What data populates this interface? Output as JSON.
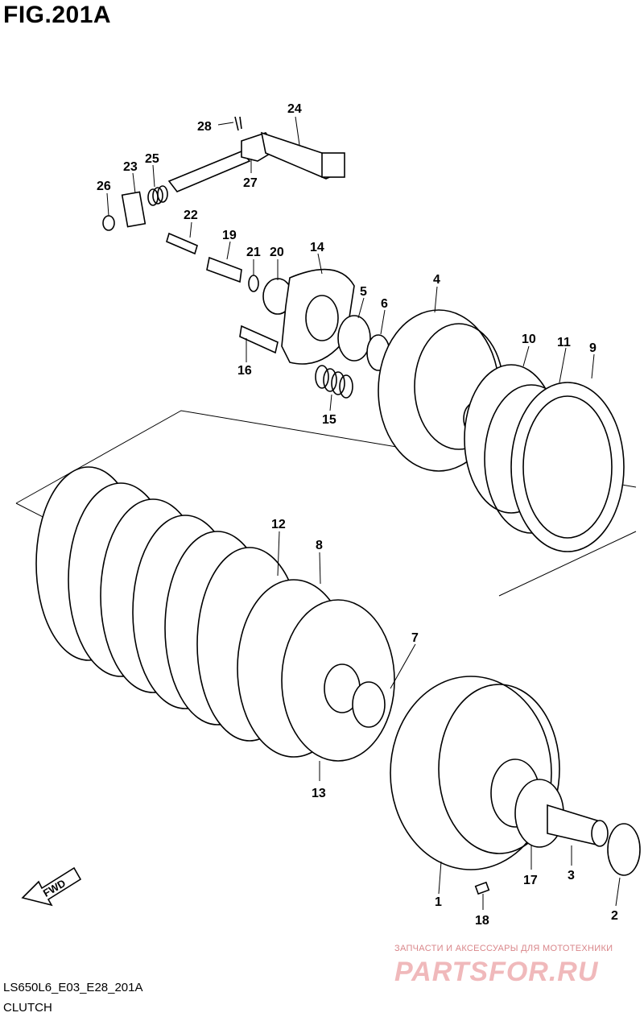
{
  "figure_title": "FIG.201A",
  "footer": {
    "code": "LS650L6_E03_E28_201A",
    "name": "CLUTCH"
  },
  "fwd_label": "FWD",
  "watermark": {
    "tagline": "ЗАПЧАСТИ И АКСЕССУАРЫ ДЛЯ МОТОТЕХНИКИ",
    "logo": "PARTSFOR.RU"
  },
  "callouts": [
    "28",
    "24",
    "23",
    "25",
    "26",
    "27",
    "22",
    "19",
    "21",
    "20",
    "14",
    "5",
    "6",
    "4",
    "16",
    "15",
    "10",
    "11",
    "9",
    "12",
    "8",
    "7",
    "13",
    "1",
    "17",
    "3",
    "2",
    "18"
  ],
  "colors": {
    "ink": "#000000",
    "watermark": "#d9868a"
  }
}
